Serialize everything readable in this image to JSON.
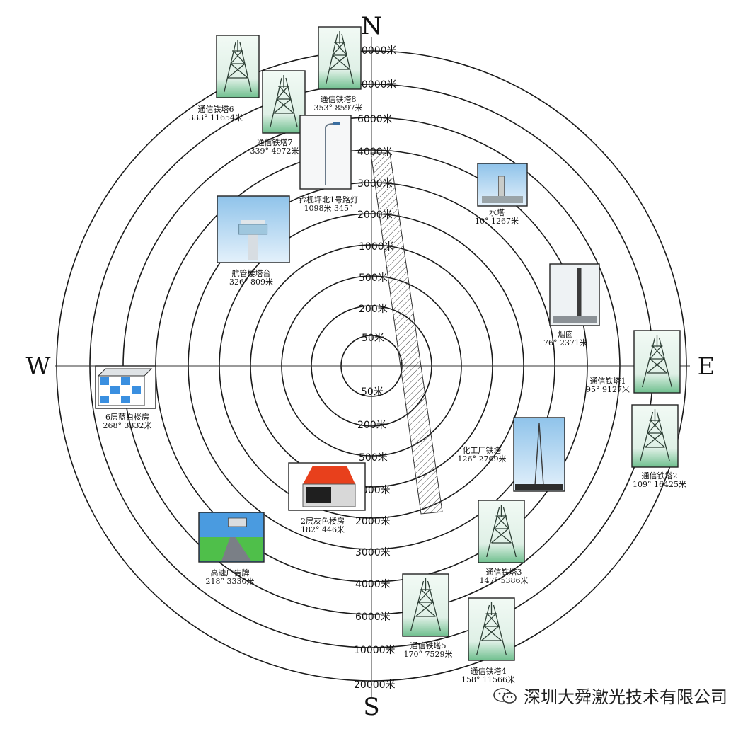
{
  "directions": {
    "n": "N",
    "s": "S",
    "e": "E",
    "w": "W"
  },
  "rings_north": [
    "50米",
    "200米",
    "500米",
    "1000米",
    "2000米",
    "3000米",
    "4000米",
    "6000米",
    "10000米",
    "20000米"
  ],
  "rings_south": [
    "50米",
    "200米",
    "500米",
    "1000米",
    "2000米",
    "3000米",
    "4000米",
    "6000米",
    "10000米",
    "20000米"
  ],
  "targets": [
    {
      "key": "t6",
      "name": "通信铁塔6",
      "detail": "333°  11654米",
      "kind": "tower"
    },
    {
      "key": "t8",
      "name": "通信铁塔8",
      "detail": "353°  8597米",
      "kind": "tower"
    },
    {
      "key": "t7",
      "name": "通信铁塔7",
      "detail": "339°  4972米",
      "kind": "tower"
    },
    {
      "key": "lamp",
      "name": "钤枧坪北1号路灯",
      "detail": "1098米  345°",
      "kind": "lamp"
    },
    {
      "key": "water",
      "name": "水塔",
      "detail": "10°  1267米",
      "kind": "water"
    },
    {
      "key": "atc",
      "name": "航管楼塔台",
      "detail": "326°  809米",
      "kind": "atc"
    },
    {
      "key": "chimney",
      "name": "烟囱",
      "detail": "76°  2371米",
      "kind": "chimney"
    },
    {
      "key": "t1",
      "name": "通信铁塔1",
      "detail": "95°  9127米",
      "kind": "tower"
    },
    {
      "key": "bld6",
      "name": "6层蓝白楼房",
      "detail": "268°  3332米",
      "kind": "bld6"
    },
    {
      "key": "t2",
      "name": "通信铁塔2",
      "detail": "109°  16425米",
      "kind": "tower"
    },
    {
      "key": "chem",
      "name": "化工厂铁塔",
      "detail": "126°  2769米",
      "kind": "chem"
    },
    {
      "key": "bld2",
      "name": "2层灰色楼房",
      "detail": "182°  446米",
      "kind": "bld2"
    },
    {
      "key": "bill",
      "name": "高速广告牌",
      "detail": "218°  3330米",
      "kind": "bill"
    },
    {
      "key": "t3",
      "name": "通信铁塔3",
      "detail": "147°  5386米",
      "kind": "tower"
    },
    {
      "key": "t5",
      "name": "通信铁塔5",
      "detail": "170°  7529米",
      "kind": "tower"
    },
    {
      "key": "t4",
      "name": "通信铁塔4",
      "detail": "158°  11566米",
      "kind": "tower"
    }
  ],
  "watermark": "深圳大舜激光技术有限公司",
  "colors": {
    "ring": "#1a1a1a",
    "sky": "#e3f1ea",
    "grass": "#7fc79a",
    "roof": "#e8401c",
    "blue_block": "#3a8fe0"
  }
}
